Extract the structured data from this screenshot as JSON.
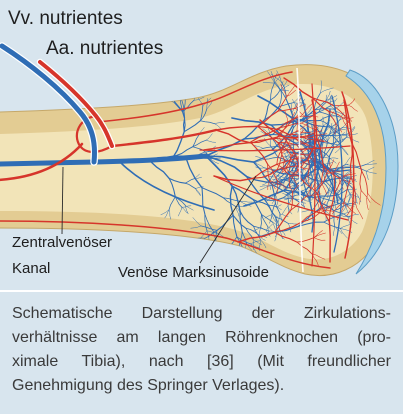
{
  "figure": {
    "labels": {
      "vv_nutrientes": "Vv. nutrientes",
      "aa_nutrientes": "Aa. nutrientes",
      "zentralvenoeser_kanal": [
        "Zentralvenöser",
        "Kanal"
      ],
      "venoese_marksinusoide": "Venöse Marksinusoide"
    },
    "colors": {
      "background": "#d8e5ee",
      "bone_cortex": "#e3cc93",
      "bone_marrow": "#f2e4b8",
      "cartilage": "#a6d2ea",
      "vein": "#2f6db5",
      "artery": "#d6352b"
    }
  },
  "caption": {
    "lines": [
      "Schematische Darstellung der Zirkulations-",
      "verhältnisse am langen Röhrenknochen (pro-",
      "ximale Tibia), nach [36] (Mit freundlicher",
      "Genehmigung des Springer Verlages)."
    ]
  }
}
